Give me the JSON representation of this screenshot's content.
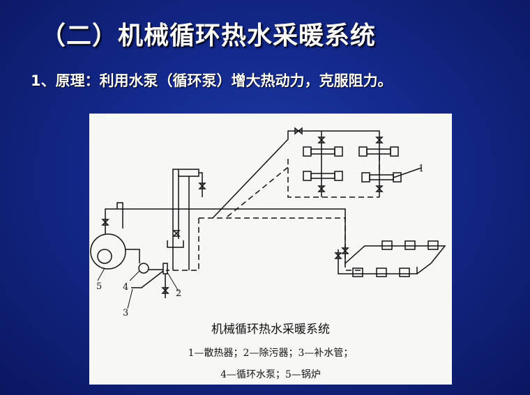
{
  "slide": {
    "title": "（二）机械循环热水采暖系统",
    "subtitle": "1、原理：利用水泵（循环泵）增大热动力，克服阻力。"
  },
  "figure": {
    "caption": "机械循环热水采暖系统",
    "legend_line1": "1—散热器；2—除污器；3—补水管；",
    "legend_line2": "4—循环水泵；5—锅炉",
    "labels": [
      "1",
      "2",
      "3",
      "4",
      "5"
    ]
  },
  "colors": {
    "background": "#13288a",
    "text": "#ffffff",
    "figure_bg": "#f7f8f6"
  }
}
